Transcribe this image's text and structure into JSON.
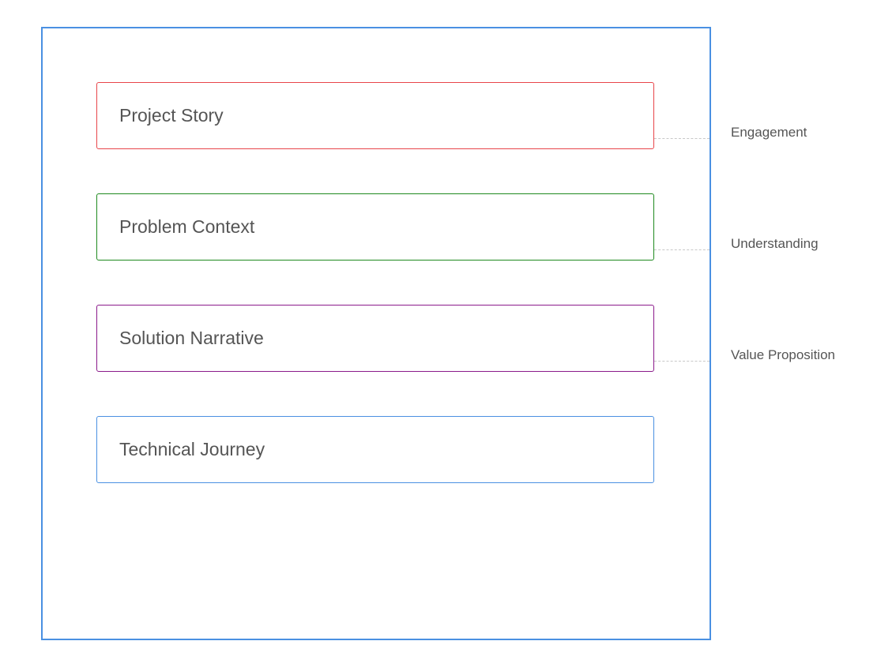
{
  "sections": [
    {
      "label": "Project Story",
      "color": "#e8454a"
    },
    {
      "label": "Problem Context",
      "color": "#1f8a1f"
    },
    {
      "label": "Solution Narrative",
      "color": "#8b1a8b"
    },
    {
      "label": "Technical Journey",
      "color": "#4a90e2"
    }
  ],
  "annotations": [
    {
      "label": "Engagement"
    },
    {
      "label": "Understanding"
    },
    {
      "label": "Value Proposition"
    }
  ],
  "frame": {
    "color": "#4a90e2"
  },
  "connector_color": "#c8c8c8"
}
